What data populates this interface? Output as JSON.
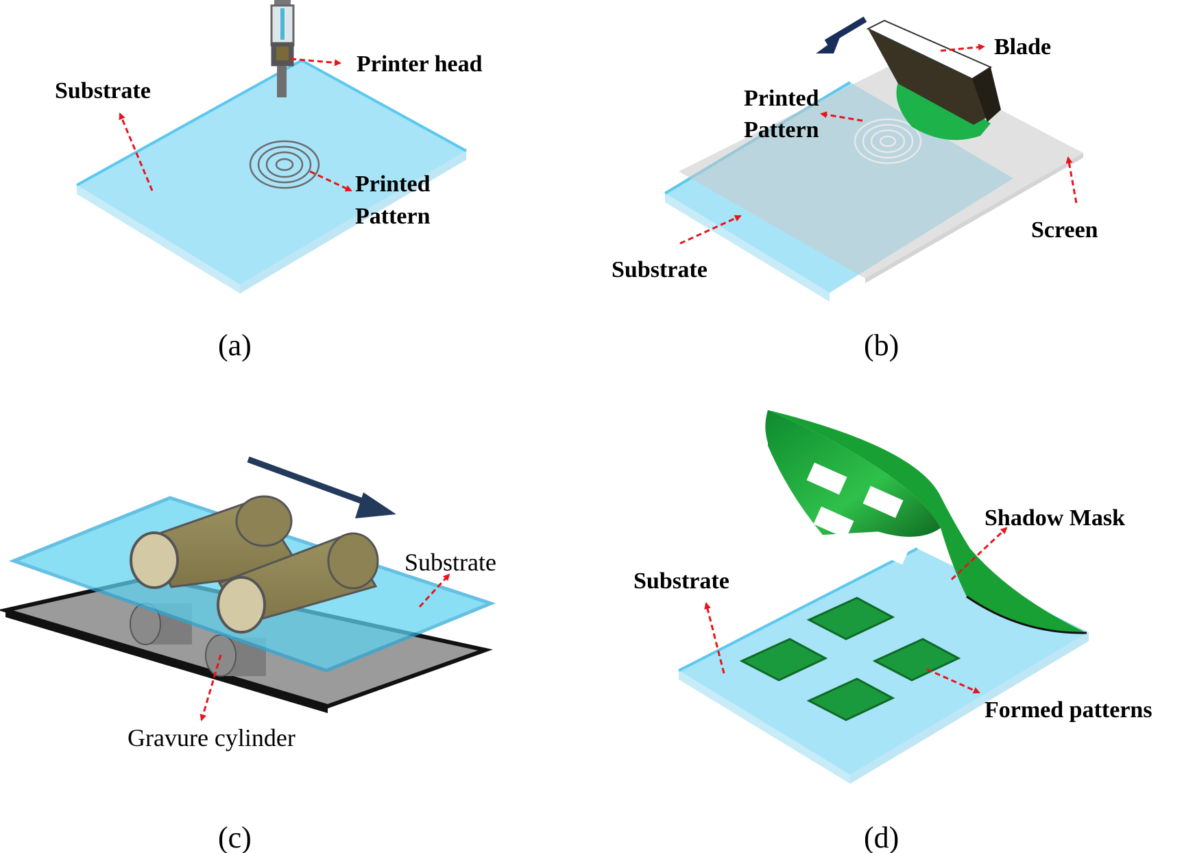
{
  "panel_a": {
    "label_printer_head": "Printer head",
    "label_substrate": "Substrate",
    "label_printed_1": "Printed",
    "label_printed_2": "Pattern",
    "caption": "(a)"
  },
  "panel_b": {
    "label_blade": "Blade",
    "label_printed_1": "Printed",
    "label_printed_2": "Pattern",
    "label_screen": "Screen",
    "label_substrate": "Substrate",
    "caption": "(b)"
  },
  "panel_c": {
    "label_substrate": "Substrate",
    "label_gravure": "Gravure cylinder",
    "caption": "(c)"
  },
  "panel_d": {
    "label_shadow_mask": "Shadow Mask",
    "label_substrate": "Substrate",
    "label_formed": "Formed patterns",
    "caption": "(d)"
  },
  "colors": {
    "substrate": "#a8e4f8",
    "substrate_edge": "#5cc8ee",
    "annotation_arrow": "#e8141b",
    "motion_arrow": "#1a2e5a",
    "pattern_green": "#1a9a3c"
  }
}
